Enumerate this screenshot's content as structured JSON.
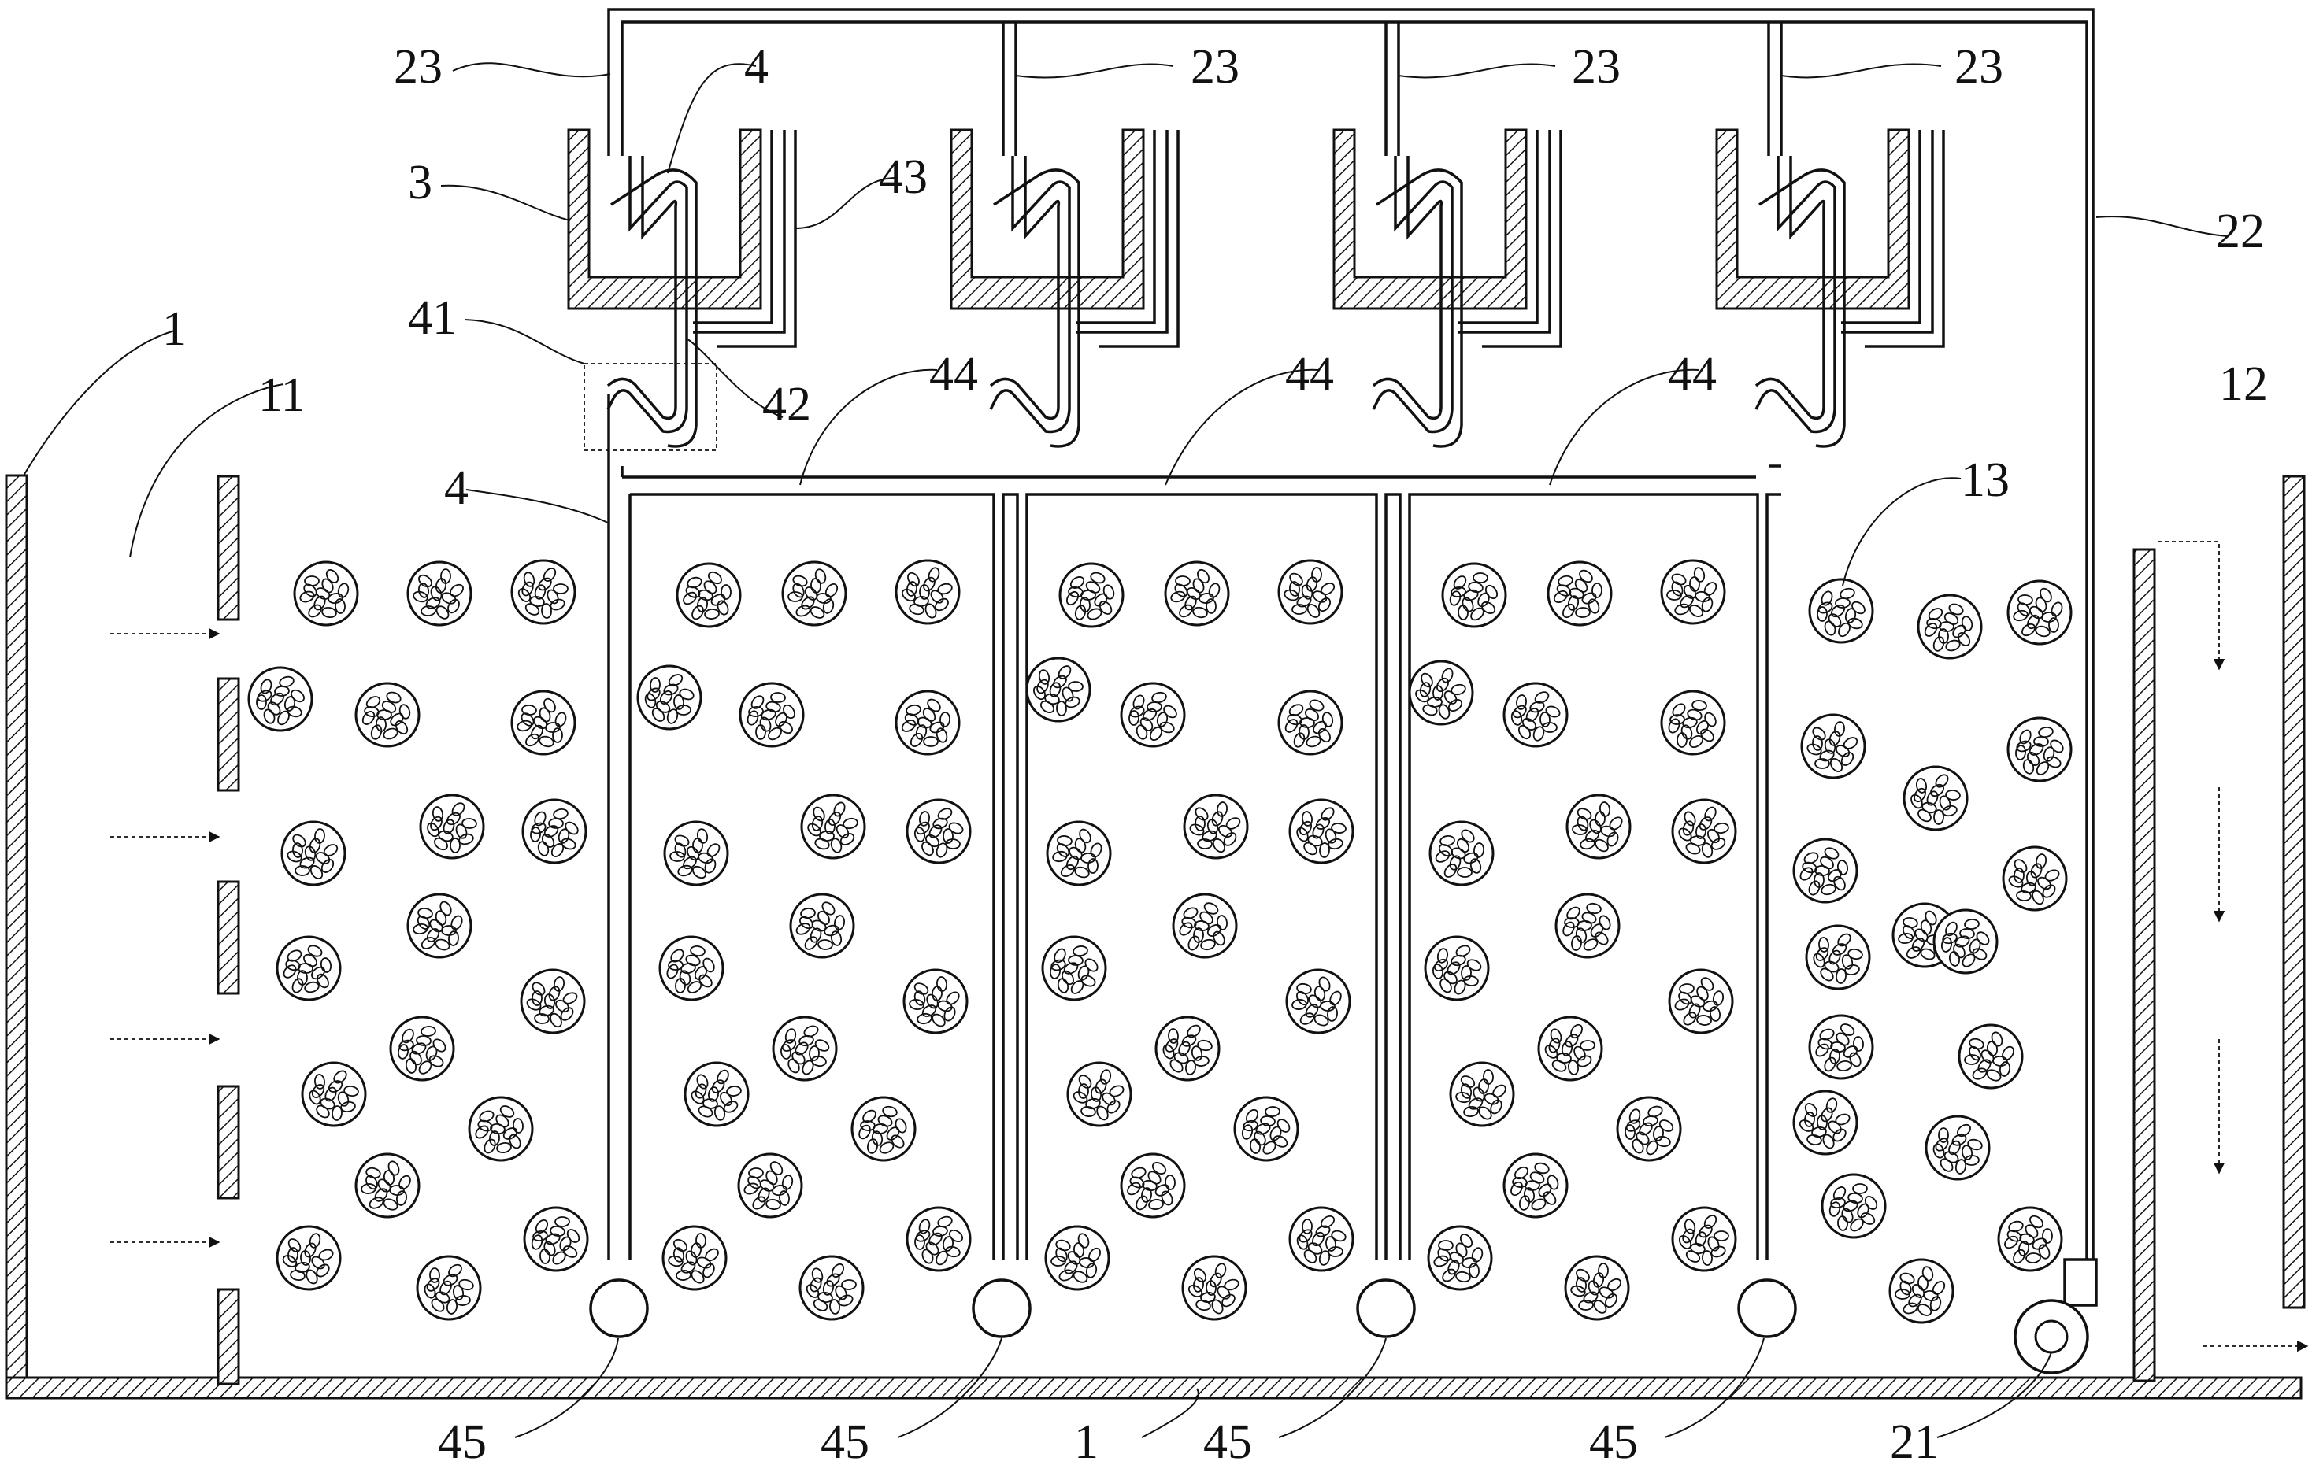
{
  "labels": {
    "tank": "1",
    "inlet": "11",
    "outlet": "12",
    "carrier": "13",
    "blower": "21",
    "main_pipe": "22",
    "branch_pipe": "23",
    "trough": "3",
    "lift_pipe": "4",
    "trap": "41",
    "riser": "42",
    "overflow_pipe": "43",
    "header": "44",
    "diffuser": "45"
  },
  "colors": {
    "line": "#111111",
    "background": "#ffffff"
  },
  "icons": [
    "hatched-wall",
    "arrow-right",
    "arrow-down",
    "filler-ball",
    "blower-icon",
    "diffuser-ball"
  ]
}
